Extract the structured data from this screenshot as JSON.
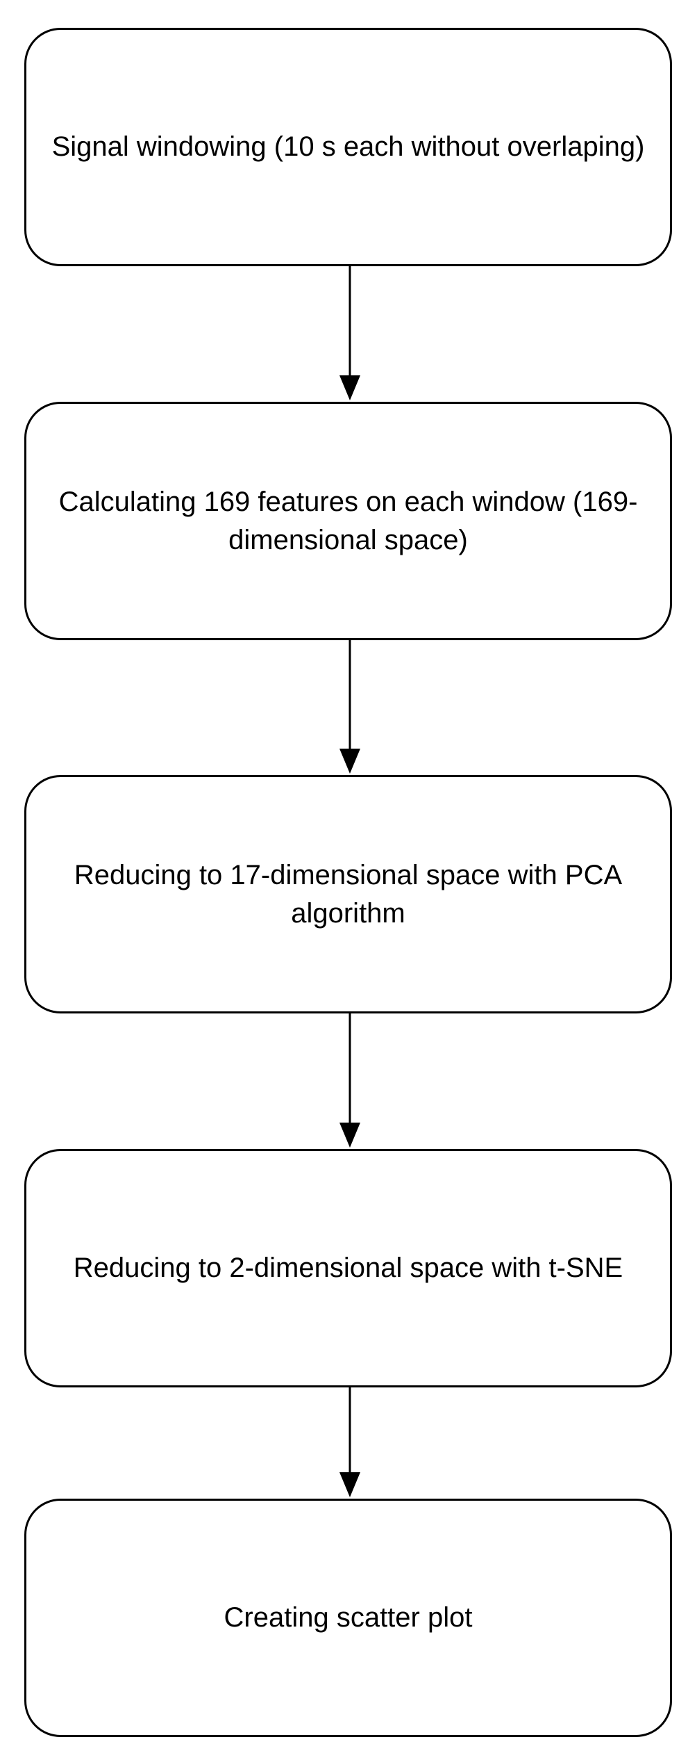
{
  "flowchart": {
    "steps": [
      {
        "label": "Signal windowing (10 s each without overlaping)"
      },
      {
        "label": "Calculating 169 features on each window (169-dimensional space)"
      },
      {
        "label": "Reducing to 17-dimensional space with PCA algorithm"
      },
      {
        "label": "Reducing to 2-dimensional space with t-SNE"
      },
      {
        "label": "Creating scatter plot"
      }
    ]
  }
}
